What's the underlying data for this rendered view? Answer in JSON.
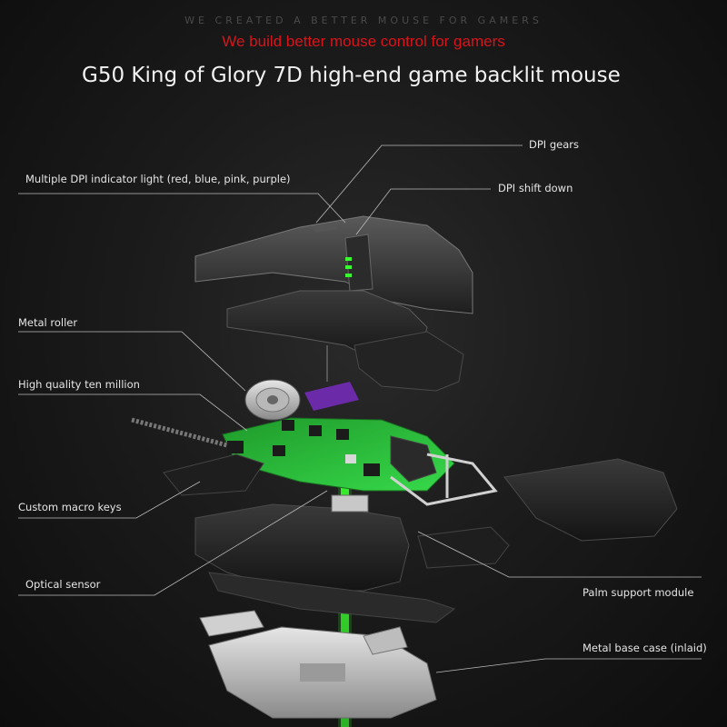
{
  "header": {
    "tagline": "WE CREATED A BETTER MOUSE FOR GAMERS",
    "subtitle": "We build better mouse control for gamers",
    "title": "G50 King of Glory 7D high-end game backlit mouse"
  },
  "labels": {
    "dpi_gears": "DPI gears",
    "dpi_indicator": "Multiple DPI indicator light (red, blue, pink, purple)",
    "dpi_shift_down": "DPI shift down",
    "metal_roller": "Metal roller",
    "high_quality": "High quality ten million",
    "custom_macro_keys": "Custom macro keys",
    "optical_sensor": "Optical sensor",
    "palm_support": "Palm support module",
    "metal_base": "Metal base case (inlaid)"
  },
  "colors": {
    "accent_red": "#d8141b",
    "pcb_green": "#2fcf3a",
    "laser_green": "#39ff2e",
    "accent_purple": "#6b2aa8"
  }
}
